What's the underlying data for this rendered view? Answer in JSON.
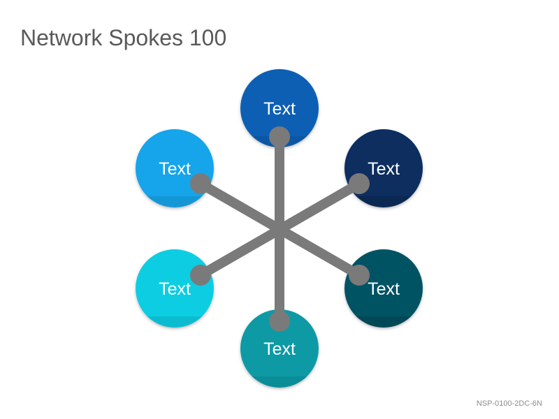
{
  "title": "Network Spokes 100",
  "code": "NSP-0100-2DC-6N",
  "nodes": [
    {
      "id": "top",
      "label": "Text",
      "color": "#0a5fb4"
    },
    {
      "id": "upper-left",
      "label": "Text",
      "color": "#13a4ea"
    },
    {
      "id": "upper-right",
      "label": "Text",
      "color": "#082f5e"
    },
    {
      "id": "lower-left",
      "label": "Text",
      "color": "#11cde2"
    },
    {
      "id": "lower-right",
      "label": "Text",
      "color": "#065364"
    },
    {
      "id": "bottom",
      "label": "Text",
      "color": "#0b9aa5"
    }
  ],
  "spoke_color": "#7a7a7a"
}
